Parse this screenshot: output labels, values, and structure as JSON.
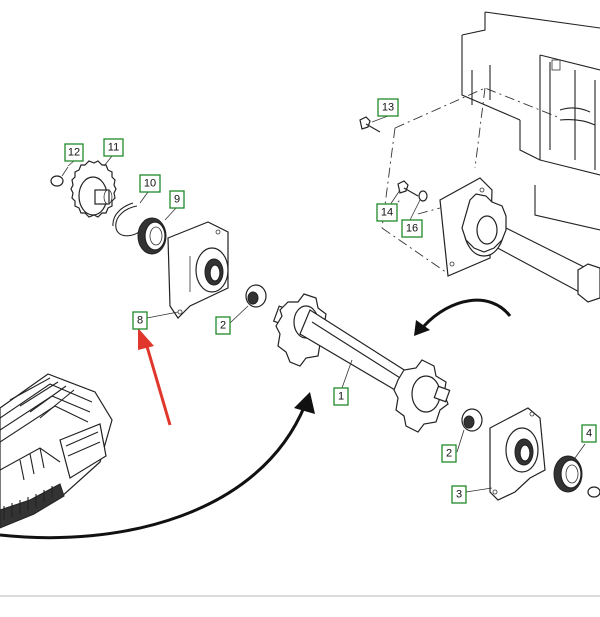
{
  "callouts": {
    "c1": "1",
    "c2a": "2",
    "c2b": "2",
    "c3": "3",
    "c4": "4",
    "c8": "8",
    "c9": "9",
    "c10": "10",
    "c11": "11",
    "c12": "12",
    "c13": "13",
    "c14": "14",
    "c16": "16"
  },
  "colors": {
    "callout_border": "#1f8a2a",
    "red_arrow": "#e0362c",
    "line": "#222222"
  }
}
